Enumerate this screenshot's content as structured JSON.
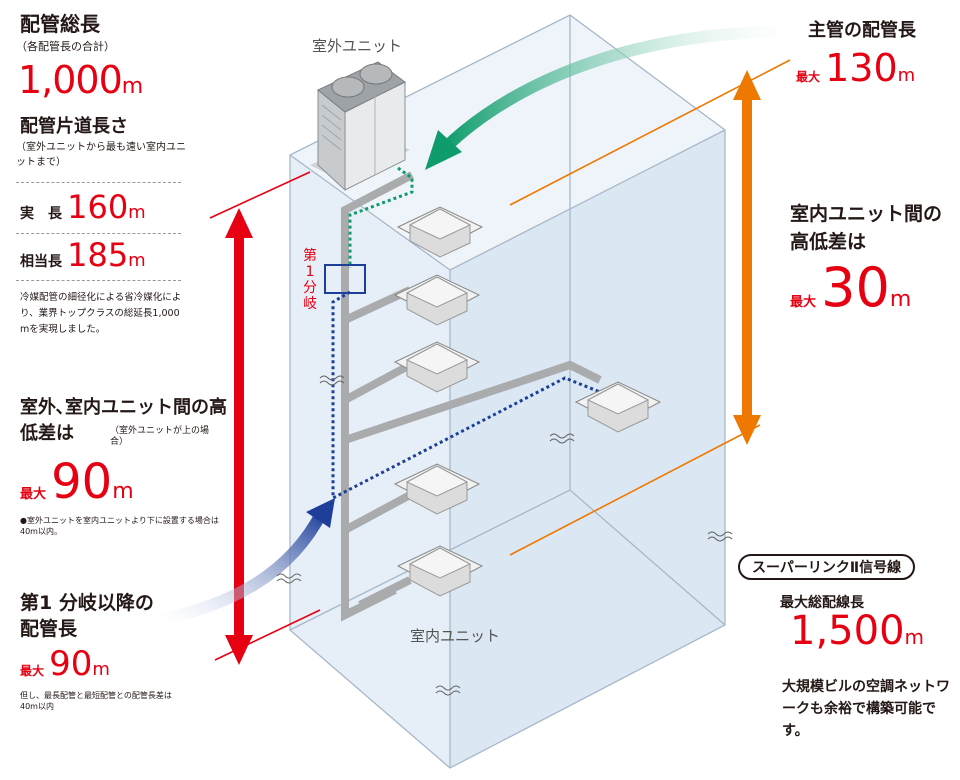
{
  "left": {
    "total_title": "配管総長",
    "total_sub": "（各配管長の合計）",
    "total_value": "1,000",
    "total_unit": "m",
    "oneway_title": "配管片道長さ",
    "oneway_sub": "（室外ユニットから最も遠い室内ユニットまで）",
    "actual_label": "実　長",
    "actual_value": "160",
    "actual_unit": "m",
    "equiv_label": "相当長",
    "equiv_value": "185",
    "equiv_unit": "m",
    "refrig_note": "冷媒配管の細径化による省冷媒化により、業界トップクラスの総延長1,000　mを実現しました。",
    "height_title": "室外､室内ユニット間の高低差は",
    "height_cond": "（室外ユニットが上の場合）",
    "height_max": "最大",
    "height_value": "90",
    "height_unit": "m",
    "height_note": "●室外ユニットを室内ユニットより下に設置する場合は40m以内。",
    "branch_title": "第1 分岐以降の配管長",
    "branch_max": "最大",
    "branch_value": "90",
    "branch_unit": "m",
    "branch_note": "但し、最長配管と最短配管との配管長差は40m以内"
  },
  "diagram": {
    "outdoor_label": "室外ユニット",
    "indoor_label": "室内ユニット",
    "first_branch": [
      "第",
      "1",
      "分",
      "岐"
    ]
  },
  "right": {
    "main_title": "主管の配管長",
    "main_max": "最大",
    "main_value": "130",
    "main_unit": "m",
    "indoor_diff_title": "室内ユニット間の高低差は",
    "indoor_max": "最大",
    "indoor_value": "30",
    "indoor_unit": "m",
    "signal_badge": "スーパーリンクⅡ信号線",
    "signal_title": "最大総配線長",
    "signal_value": "1,500",
    "signal_unit": "m",
    "signal_desc": "大規模ビルの空調ネットワークも余裕で構築可能です。"
  },
  "colors": {
    "red": "#e60012",
    "orange": "#ee7800",
    "green": "#0e9c6c",
    "blue": "#1d3f9a",
    "building": "#dfeaf4"
  }
}
